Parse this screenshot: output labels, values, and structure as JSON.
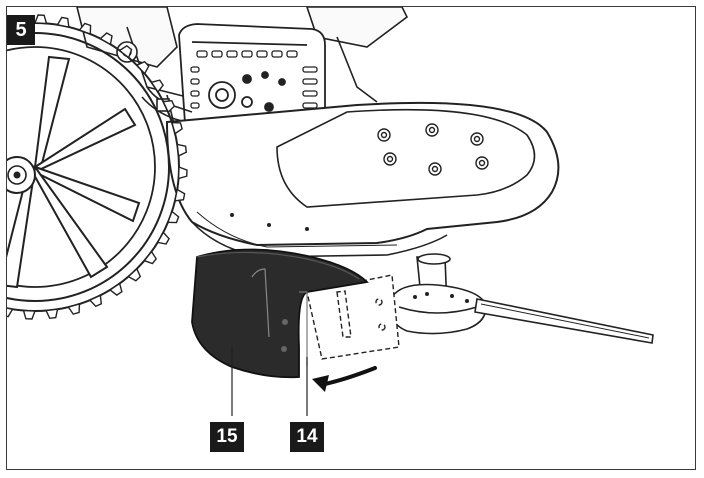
{
  "figure": {
    "number": "5",
    "callouts": [
      {
        "label": "15",
        "part": "deflector-shield"
      },
      {
        "label": "14",
        "part": "mounting-bracket"
      }
    ],
    "icons": [
      "rotation-arrow-icon"
    ],
    "colors": {
      "line": "#222222",
      "shield": "#2b2b2b",
      "badge": "#1a1a1a",
      "background": "#ffffff"
    }
  }
}
